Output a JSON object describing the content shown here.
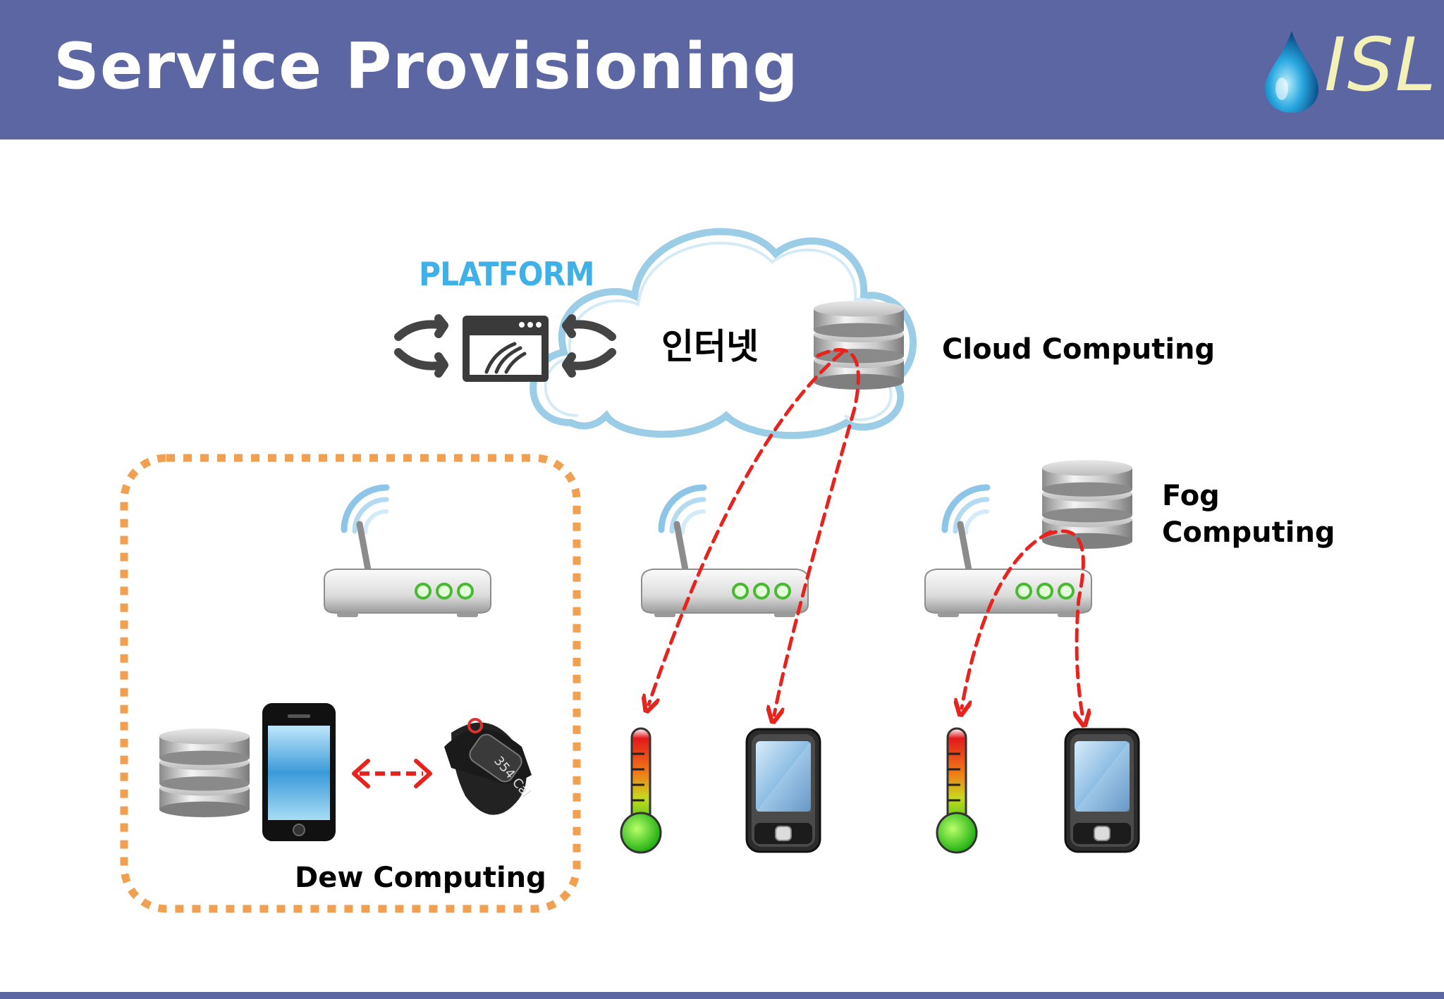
{
  "header": {
    "title": "Service Provisioning",
    "logo_text": "ISL",
    "background": "#5b66a3"
  },
  "diagram": {
    "platform_label": "PLATFORM",
    "internet_label": "인터넷",
    "cloud_label": "Cloud Computing",
    "fog_label_line1": "Fog",
    "fog_label_line2": "Computing",
    "dew_label": "Dew Computing",
    "colors": {
      "arrow": "#e8221c",
      "dew_border": "#f0a050",
      "cloud_outline": "#8ec5e0",
      "platform_text": "#3fb1e8"
    },
    "icons": [
      "water-drop-icon",
      "platform-icon",
      "cloud-icon",
      "database-icon",
      "wifi-router-icon",
      "smartphone-icon",
      "smartwatch-icon",
      "thermometer-icon",
      "pda-icon"
    ]
  }
}
